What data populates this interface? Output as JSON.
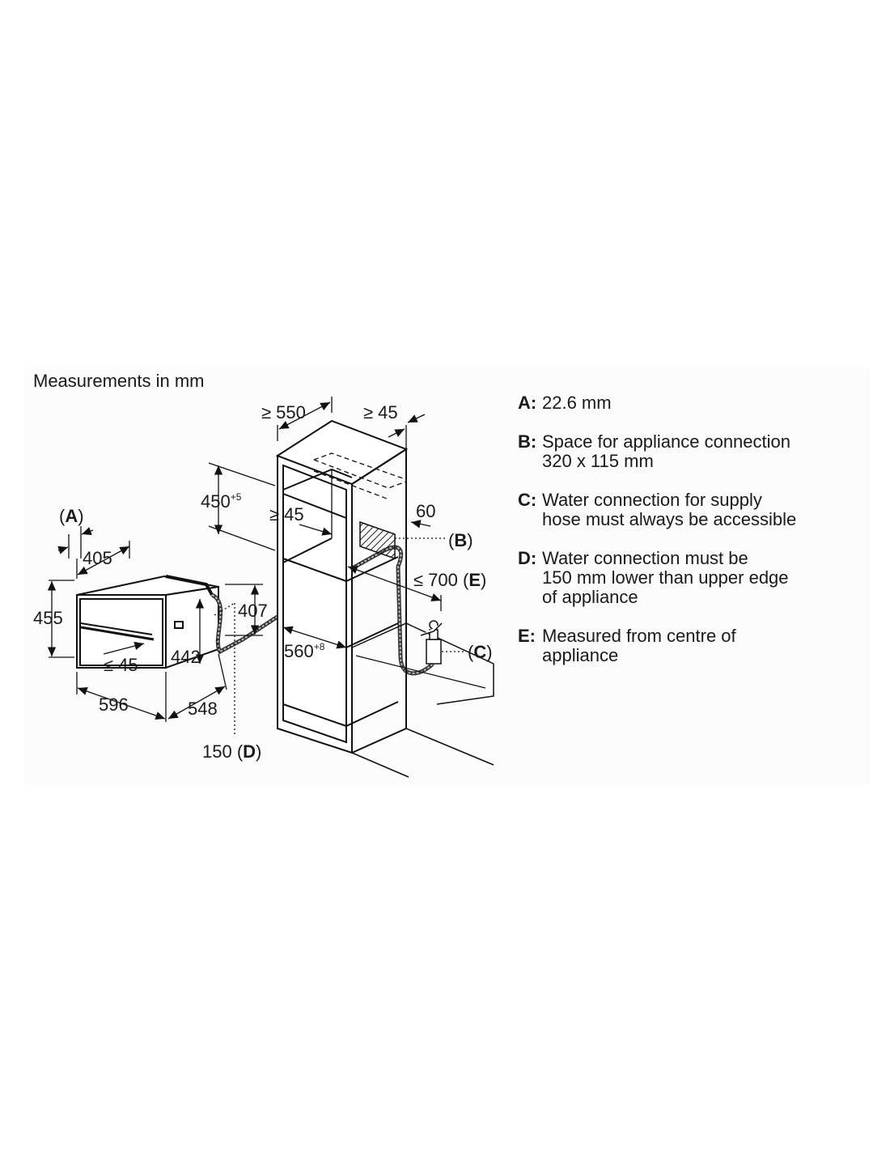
{
  "header": {
    "title": "Measurements in mm"
  },
  "dimensions": {
    "a_label_open": "(",
    "a_label_key": "A",
    "a_label_close": ")",
    "depth_405": "405",
    "height_455": "455",
    "max_45_front": "≤ 45",
    "width_596": "596",
    "depth_548": "548",
    "height_442": "442",
    "height_407": "407",
    "d_value": "150 (",
    "d_key": "D",
    "d_close": ")",
    "niche_width": "≥ 550",
    "top_gap": "≥ 45",
    "niche_height": "450",
    "niche_height_tol": "+5",
    "inner_gap": "≥ 45",
    "depth_60": "60",
    "b_open": "(",
    "b_key": "B",
    "b_close": ")",
    "e_value": "≤ 700 (",
    "e_key": "E",
    "e_close": ")",
    "niche_depth": "560",
    "niche_depth_tol": "+8",
    "c_open": "(",
    "c_key": "C",
    "c_close": ")"
  },
  "legend": [
    {
      "key": "A:",
      "text": "22.6 mm"
    },
    {
      "key": "B:",
      "text": "Space for appliance connection\n320 x 115 mm"
    },
    {
      "key": "C:",
      "text": "Water connection for supply\nhose must always be accessible"
    },
    {
      "key": "D:",
      "text": "Water connection must be\n150 mm lower than upper edge\nof appliance"
    },
    {
      "key": "E:",
      "text": "Measured from centre of\nappliance"
    }
  ]
}
